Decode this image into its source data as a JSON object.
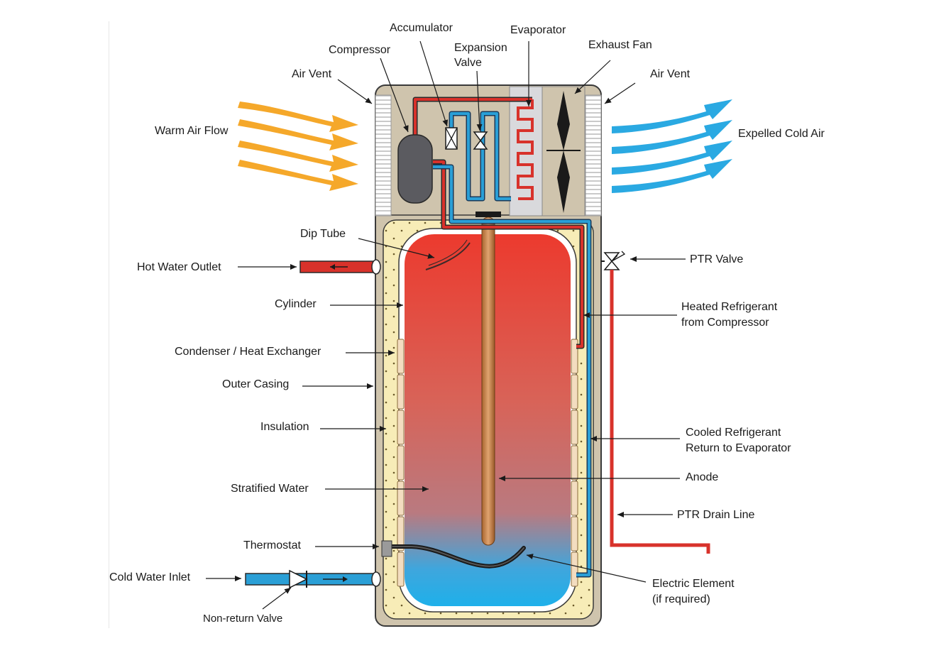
{
  "labels": {
    "accumulator": "Accumulator",
    "evaporator": "Evaporator",
    "compressor": "Compressor",
    "expansion_valve_1": "Expansion",
    "expansion_valve_2": "Valve",
    "exhaust_fan": "Exhaust Fan",
    "air_vent_left": "Air Vent",
    "air_vent_right": "Air Vent",
    "warm_air_flow": "Warm Air Flow",
    "expelled_cold_air": "Expelled Cold Air",
    "dip_tube": "Dip Tube",
    "hot_water_outlet": "Hot Water Outlet",
    "ptr_valve": "PTR Valve",
    "cylinder": "Cylinder",
    "heated_refrigerant_1": "Heated Refrigerant",
    "heated_refrigerant_2": "from Compressor",
    "condenser": "Condenser / Heat Exchanger",
    "outer_casing": "Outer Casing",
    "insulation": "Insulation",
    "cooled_refrigerant_1": "Cooled Refrigerant",
    "cooled_refrigerant_2": "Return to Evaporator",
    "anode": "Anode",
    "stratified_water": "Stratified Water",
    "ptr_drain_line": "PTR Drain Line",
    "thermostat": "Thermostat",
    "cold_water_inlet": "Cold Water Inlet",
    "electric_element_1": "Electric Element",
    "electric_element_2": "(if required)",
    "non_return_valve": "Non-return Valve"
  },
  "colors": {
    "casing": "#cfc4ad",
    "casing_stroke": "#3a3a3a",
    "insulation": "#f7ecb7",
    "hot_water": "#ea3b30",
    "cold_water": "#27aee3",
    "hot_pipe": "#d8322b",
    "cold_pipe": "#2a9fd6",
    "warm_air": "#f5a82a",
    "cold_air": "#2aa9e2",
    "anode": "#c8854c",
    "compressor": "#5b5b60",
    "evaporator_bg": "#d9d9dc"
  }
}
